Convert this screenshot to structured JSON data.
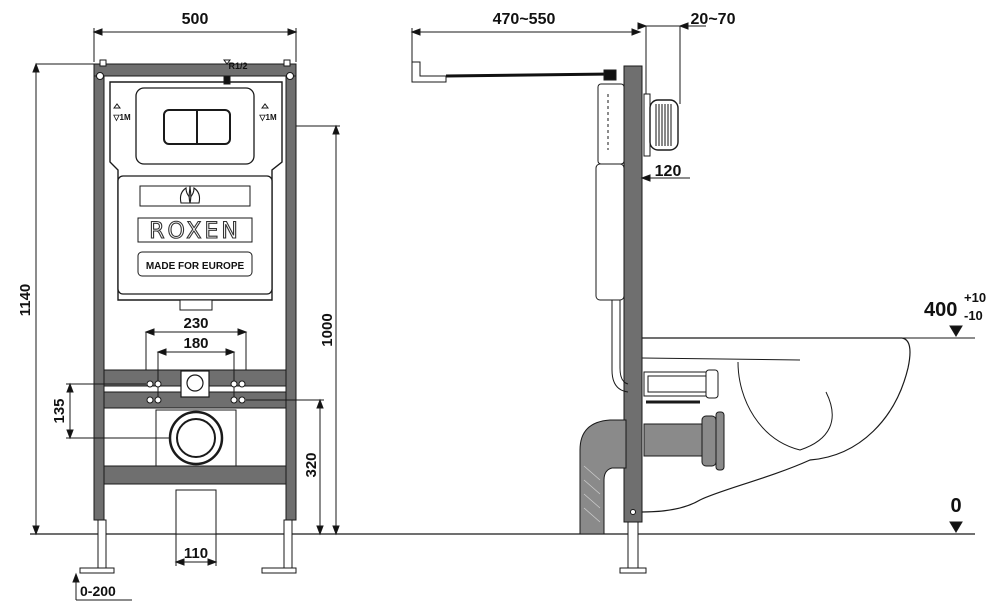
{
  "dimensions": {
    "frame_width": "500",
    "height_total": "1140",
    "height_1000": "1000",
    "spacing_230": "230",
    "spacing_180": "180",
    "height_135": "135",
    "height_320": "320",
    "pipe_110": "110",
    "leg_adjust": "0-200",
    "depth": "470~550",
    "wall_gap": "20~70",
    "depth_120": "120",
    "bowl_height": "400",
    "bowl_tol_plus": "+10",
    "bowl_tol_minus": "-10",
    "floor_level": "0",
    "inlet": "R1/2",
    "level_mark_left": "▽1M",
    "level_mark_right": "▽1M"
  },
  "brand": {
    "name": "ROXEN",
    "slogan": "MADE FOR EUROPE"
  },
  "colors": {
    "frame": "#6f6f6f",
    "line": "#1a1a1a",
    "panel": "#ffffff"
  }
}
